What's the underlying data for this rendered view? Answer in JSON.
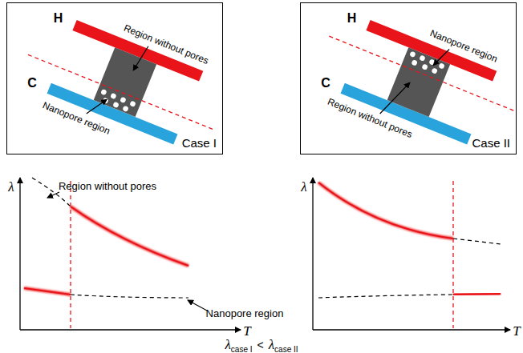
{
  "diagram": {
    "nodes": [
      {
        "text": [
          "Case I"
        ]
      },
      {
        "text": [
          "Case II"
        ]
      }
    ],
    "labels": [
      "H",
      "C",
      "Region without pores",
      "Nanopore region",
      "H",
      "C",
      "Nanopore region",
      "Region without pores",
      "λ",
      "T",
      "Region without pores",
      "Nanopore region",
      "λ",
      "T",
      "λ",
      "case I",
      "<",
      "λ",
      "case II"
    ]
  }
}
